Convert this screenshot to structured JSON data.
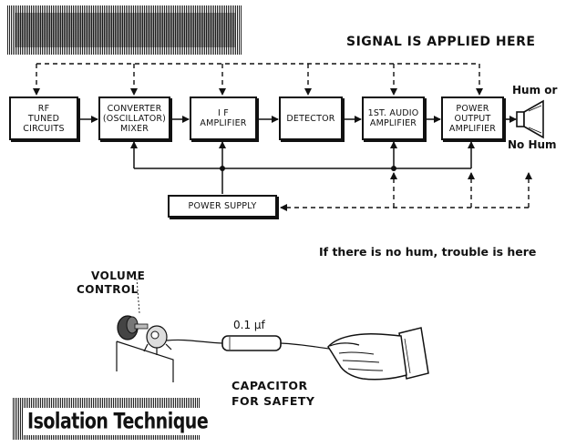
{
  "header_caption": "SIGNAL IS APPLIED HERE",
  "blocks": {
    "rf": [
      "RF",
      "TUNED",
      "CIRCUITS"
    ],
    "converter": [
      "CONVERTER",
      "(OSCILLATOR)",
      "MIXER"
    ],
    "if_amp": [
      "I F",
      "AMPLIFIER"
    ],
    "detector": [
      "DETECTOR"
    ],
    "audio": [
      "1ST. AUDIO",
      "AMPLIFIER"
    ],
    "power_out": [
      "POWER",
      "OUTPUT",
      "AMPLIFIER"
    ],
    "power_supply": [
      "POWER SUPPLY"
    ]
  },
  "speaker": {
    "hum_label": "Hum or",
    "no_hum_label": "No Hum"
  },
  "trouble_caption": "If there is no hum, trouble is here",
  "illustration": {
    "volume_label": "VOLUME",
    "control_label": "CONTROL",
    "capacitor_value": "0.1 μf",
    "capacitor_caption_1": "CAPACITOR",
    "capacitor_caption_2": "FOR SAFETY"
  },
  "title": "Isolation Technique"
}
